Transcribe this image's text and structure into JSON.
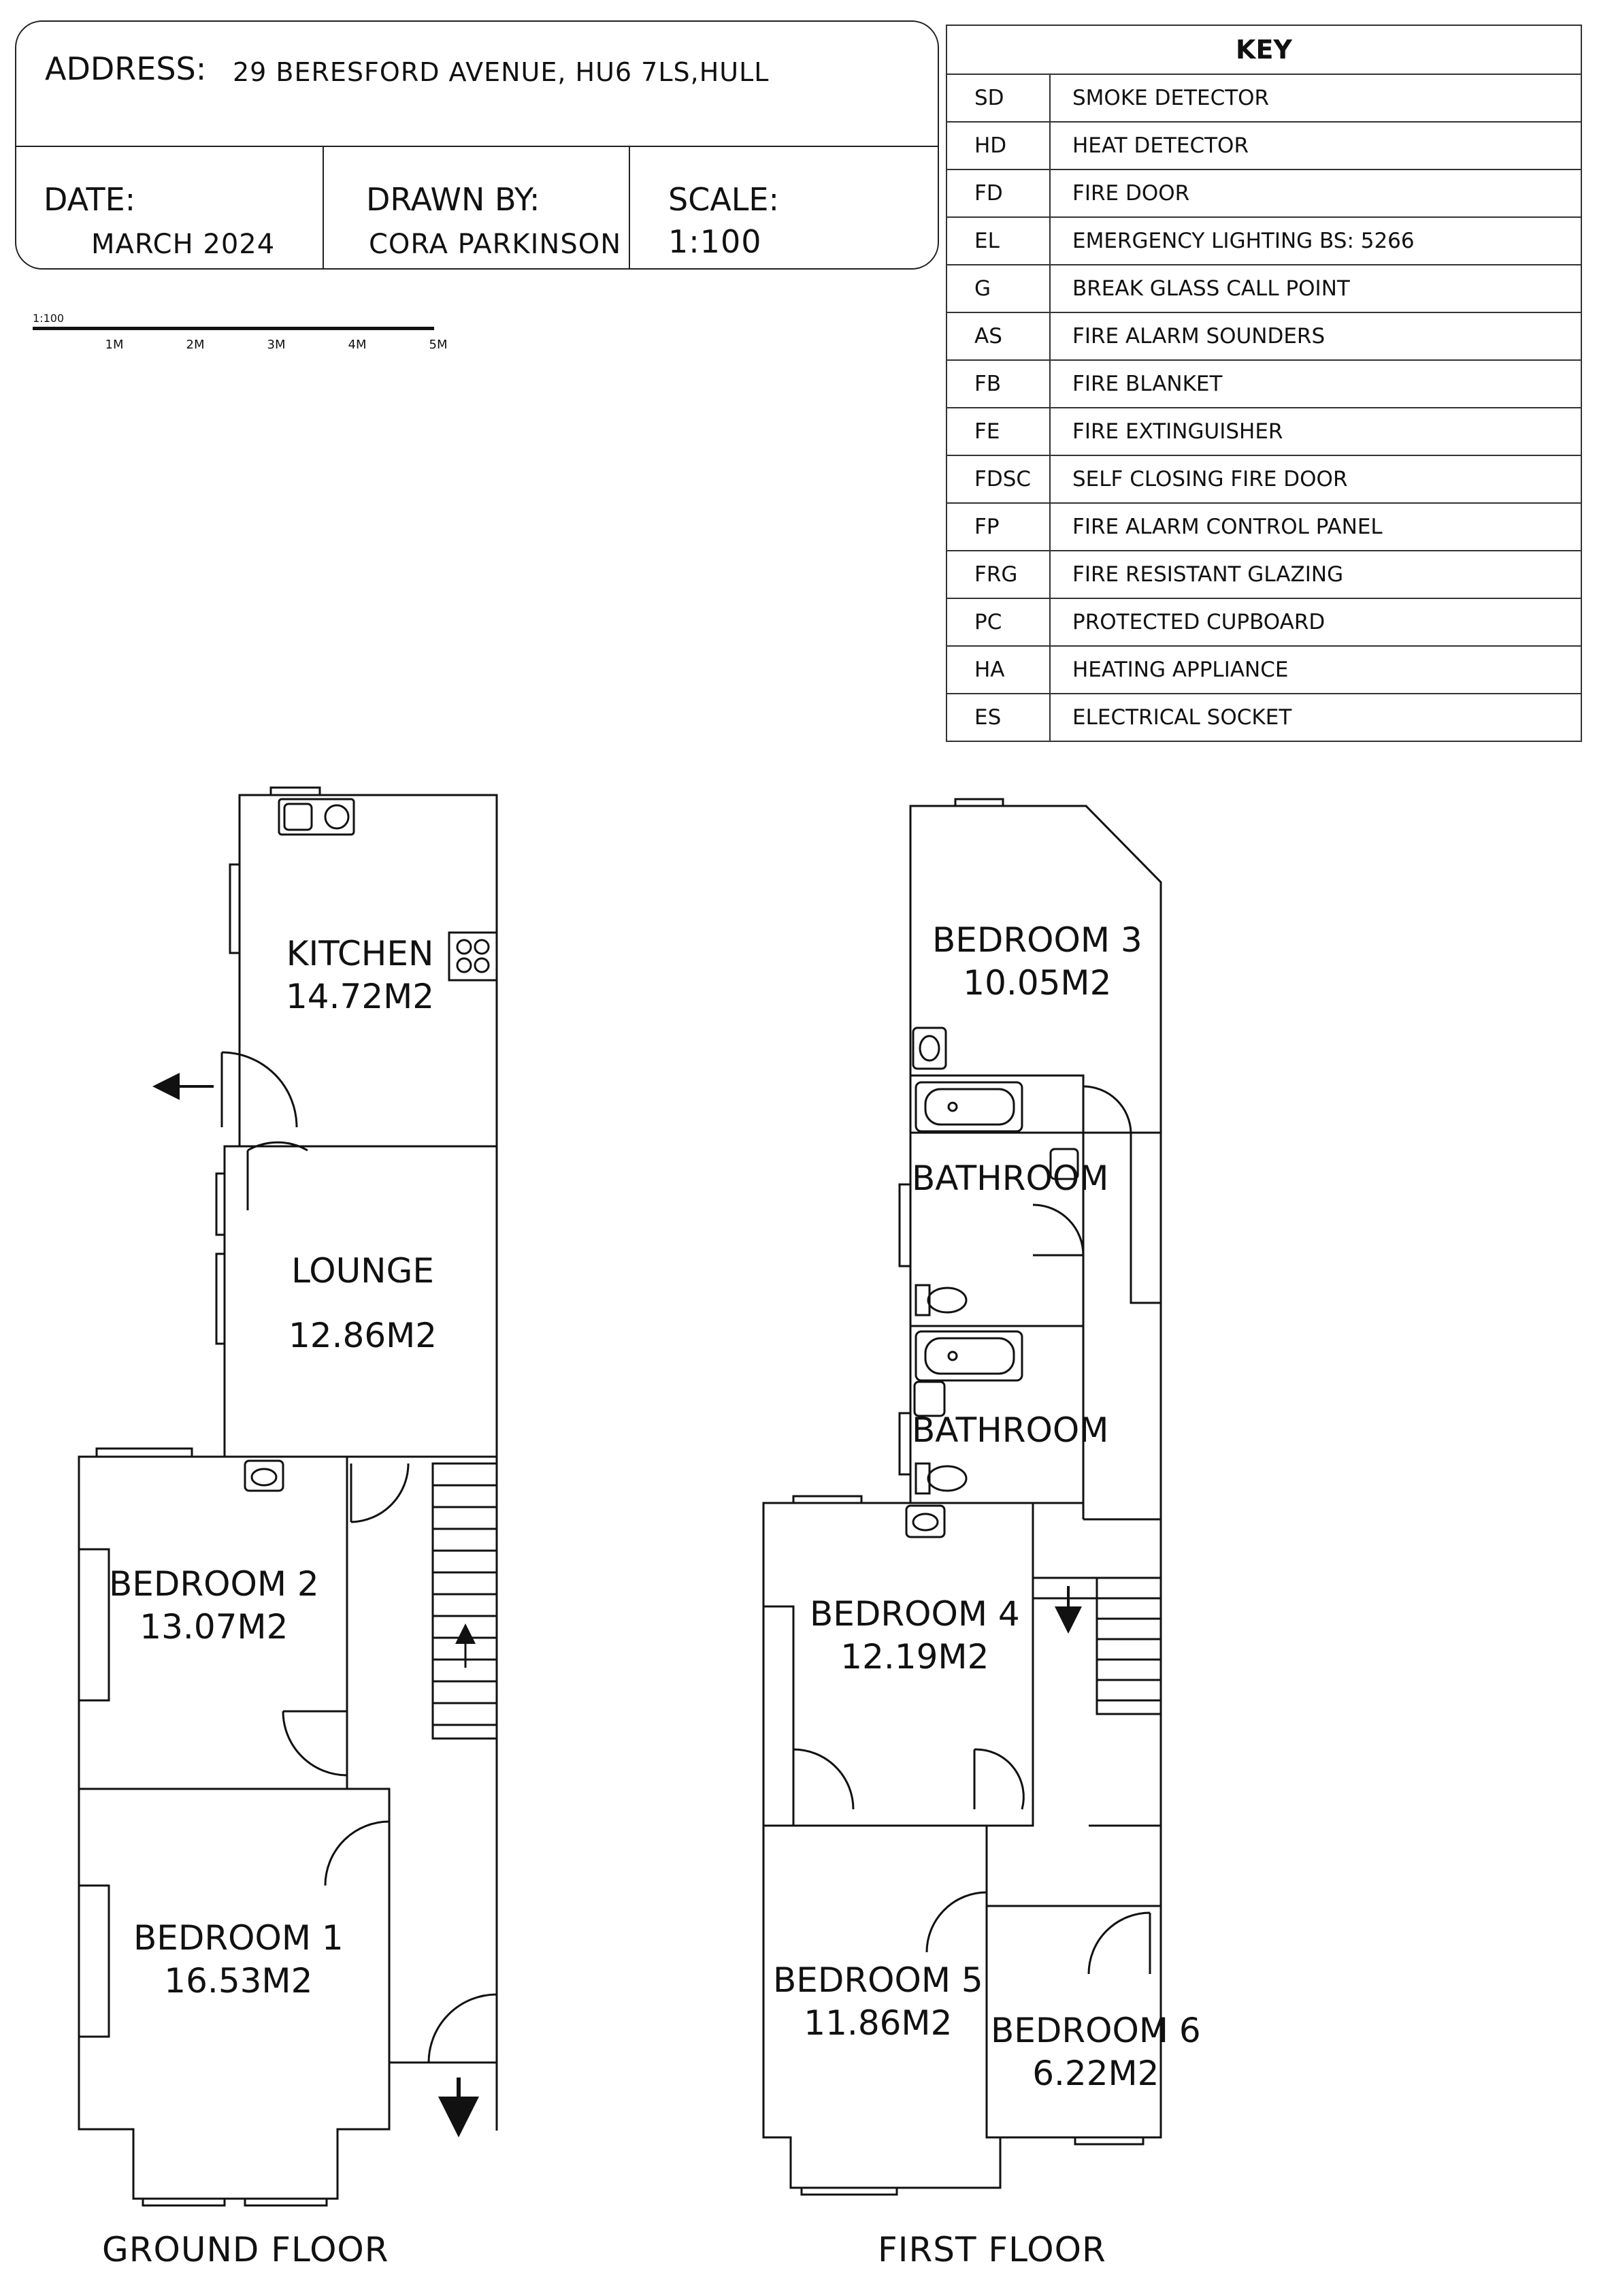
{
  "title_block": {
    "address_label": "ADDRESS:",
    "address_value": "29 BERESFORD AVENUE, HU6 7LS,HULL",
    "date_label": "DATE:",
    "date_value": "MARCH 2024",
    "drawn_by_label": "DRAWN BY:",
    "drawn_by_value": "CORA PARKINSON",
    "scale_label": "SCALE:",
    "scale_value": "1:100"
  },
  "scale_bar": {
    "ratio": "1:100",
    "ticks": [
      "1M",
      "2M",
      "3M",
      "4M",
      "5M"
    ]
  },
  "key": {
    "title": "KEY",
    "rows": [
      {
        "code": "SD",
        "description": "SMOKE DETECTOR"
      },
      {
        "code": "HD",
        "description": "HEAT DETECTOR"
      },
      {
        "code": "FD",
        "description": "FIRE DOOR"
      },
      {
        "code": "EL",
        "description": "EMERGENCY LIGHTING BS: 5266"
      },
      {
        "code": "G",
        "description": "BREAK GLASS CALL POINT"
      },
      {
        "code": "AS",
        "description": "FIRE ALARM SOUNDERS"
      },
      {
        "code": "FB",
        "description": "FIRE BLANKET"
      },
      {
        "code": "FE",
        "description": "FIRE EXTINGUISHER"
      },
      {
        "code": "FDSC",
        "description": "SELF CLOSING FIRE DOOR"
      },
      {
        "code": "FP",
        "description": "FIRE ALARM CONTROL PANEL"
      },
      {
        "code": "FRG",
        "description": "FIRE RESISTANT GLAZING"
      },
      {
        "code": "PC",
        "description": "PROTECTED CUPBOARD"
      },
      {
        "code": "HA",
        "description": "HEATING APPLIANCE"
      },
      {
        "code": "ES",
        "description": "ELECTRICAL SOCKET"
      }
    ]
  },
  "ground_floor": {
    "label": "GROUND FLOOR",
    "rooms": [
      {
        "name": "KITCHEN",
        "area": "14.72M2"
      },
      {
        "name": "LOUNGE",
        "area": "12.86M2"
      },
      {
        "name": "BEDROOM 2",
        "area": "13.07M2"
      },
      {
        "name": "BEDROOM 1",
        "area": "16.53M2"
      }
    ]
  },
  "first_floor": {
    "label": "FIRST FLOOR",
    "rooms": [
      {
        "name": "BEDROOM 3",
        "area": "10.05M2"
      },
      {
        "name": "BATHROOM",
        "area": ""
      },
      {
        "name": "BATHROOM",
        "area": ""
      },
      {
        "name": "BEDROOM 4",
        "area": "12.19M2"
      },
      {
        "name": "BEDROOM 5",
        "area": "11.86M2"
      },
      {
        "name": "BEDROOM 6",
        "area": "6.22M2"
      }
    ]
  }
}
